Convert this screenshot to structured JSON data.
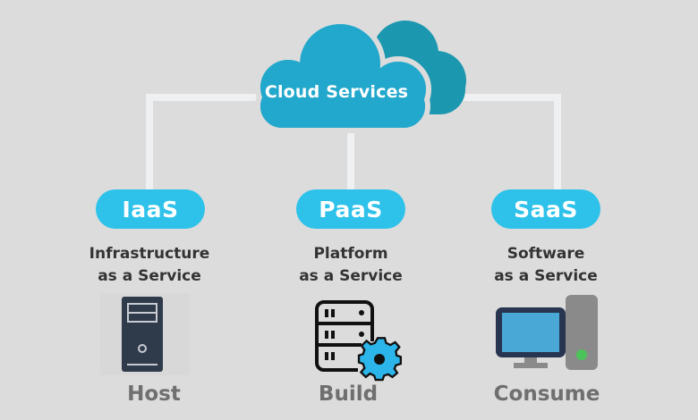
{
  "diagram": {
    "title": "Cloud Services",
    "colors": {
      "background": "#dcdcdc",
      "cloud_front": "#22a8cc",
      "cloud_back": "#1c97b0",
      "pill": "#2ec2ea",
      "connector": "#eef0f2",
      "description_text": "#333333",
      "caption_text": "#6f6f6f"
    },
    "services": [
      {
        "abbr": "IaaS",
        "line1": "Infrastructure",
        "line2": "as a Service",
        "icon": "server-tower-icon",
        "caption": "Host"
      },
      {
        "abbr": "PaaS",
        "line1": "Platform",
        "line2": "as a Service",
        "icon": "server-gear-icon",
        "caption": "Build"
      },
      {
        "abbr": "SaaS",
        "line1": "Software",
        "line2": "as a Service",
        "icon": "desktop-computer-icon",
        "caption": "Consume"
      }
    ]
  }
}
